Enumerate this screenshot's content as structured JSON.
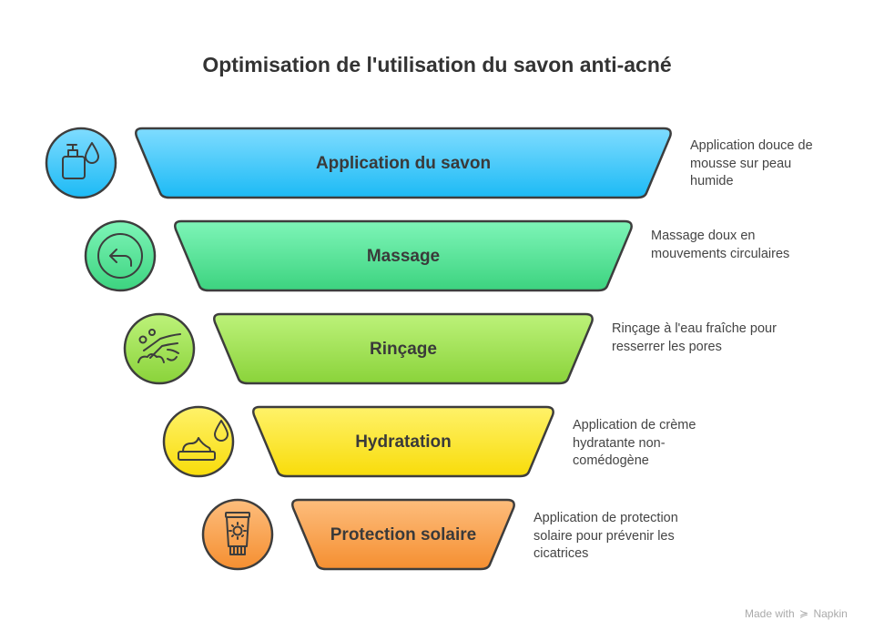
{
  "title": "Optimisation de l'utilisation du savon anti-acné",
  "steps": [
    {
      "label": "Application du savon",
      "description": "Application douce de mousse sur peau humide",
      "icon": "soap-dispenser-drop-icon",
      "color_top": "#7fdcff",
      "color_bottom": "#1cbaf5"
    },
    {
      "label": "Massage",
      "description": "Massage doux en mouvements circulaires",
      "icon": "circular-arrow-icon",
      "color_top": "#7ef5b8",
      "color_bottom": "#3cd37f"
    },
    {
      "label": "Rinçage",
      "description": "Rinçage à l'eau fraîche pour resserrer les pores",
      "icon": "hand-washing-icon",
      "color_top": "#bdf27a",
      "color_bottom": "#8ad33a"
    },
    {
      "label": "Hydratation",
      "description": "Application de crème hydratante non-comédogène",
      "icon": "cream-jar-drop-icon",
      "color_top": "#fff26a",
      "color_bottom": "#f8dc0a"
    },
    {
      "label": "Protection solaire",
      "description": "Application de protection solaire pour prévenir les cicatrices",
      "icon": "sunscreen-tube-icon",
      "color_top": "#fdbd7c",
      "color_bottom": "#f58f31"
    }
  ],
  "footer": {
    "text": "Made with",
    "brand": "Napkin"
  }
}
